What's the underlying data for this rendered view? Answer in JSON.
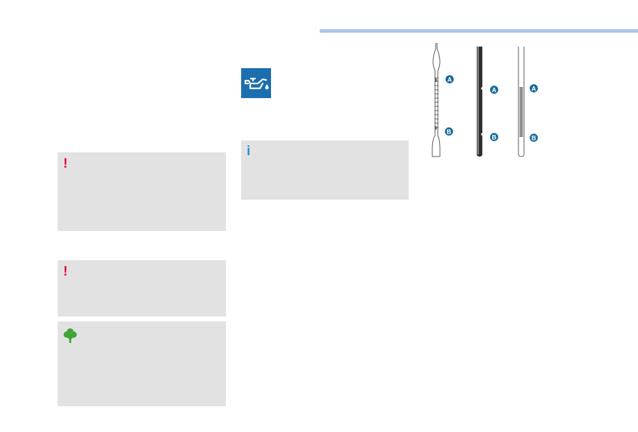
{
  "callouts": [
    {
      "kind": "warning",
      "icon": "warning-exclamation-icon"
    },
    {
      "kind": "warning",
      "icon": "warning-exclamation-icon"
    },
    {
      "kind": "eco",
      "icon": "eco-tree-icon"
    },
    {
      "kind": "info",
      "icon": "info-icon"
    }
  ],
  "oil_level_icon": "oil-can-icon",
  "dipstick_diagrams": [
    {
      "name": "graduated-dipstick",
      "labels": [
        "A",
        "B"
      ]
    },
    {
      "name": "dark-dipstick",
      "labels": [
        "A",
        "B"
      ]
    },
    {
      "name": "marked-dipstick",
      "labels": [
        "A",
        "B"
      ]
    }
  ],
  "colors": {
    "warning": "#e4003a",
    "info": "#2a8fd0",
    "eco": "#3fa535",
    "accent_blue": "#1b6fae",
    "header_rule": "#aac4e8",
    "note_background": "#e2e2e2",
    "label_circle": "#1a6a9a"
  }
}
